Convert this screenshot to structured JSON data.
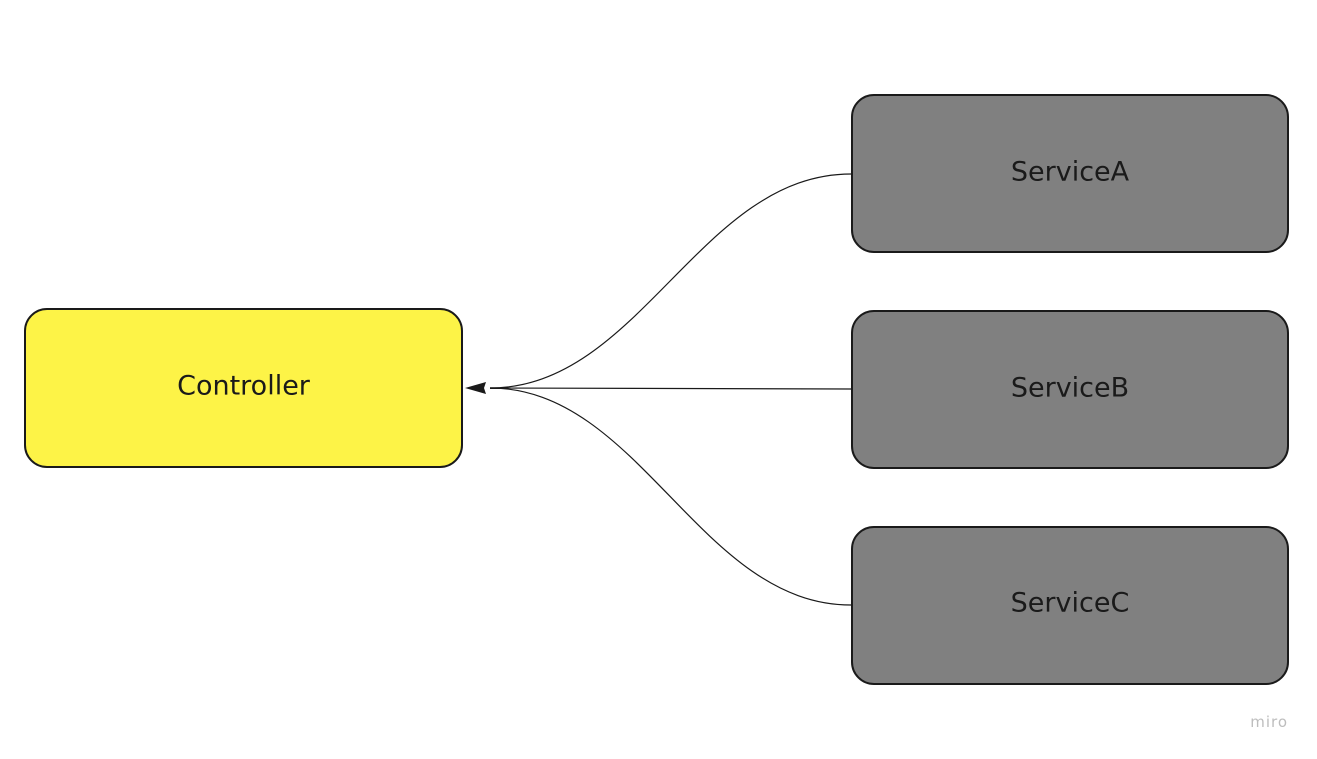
{
  "diagram": {
    "nodes": [
      {
        "id": "controller",
        "label": "Controller",
        "fill": "#fdf347"
      },
      {
        "id": "service-a",
        "label": "ServiceA",
        "fill": "#808080"
      },
      {
        "id": "service-b",
        "label": "ServiceB",
        "fill": "#808080"
      },
      {
        "id": "service-c",
        "label": "ServiceC",
        "fill": "#808080"
      }
    ],
    "edges": [
      {
        "from": "ServiceA",
        "to": "Controller",
        "arrow": "to"
      },
      {
        "from": "ServiceB",
        "to": "Controller",
        "arrow": "to"
      },
      {
        "from": "ServiceC",
        "to": "Controller",
        "arrow": "to"
      }
    ],
    "colors": {
      "stroke": "#1a1a1a",
      "text": "#1a1a1a"
    }
  },
  "watermark": "miro"
}
